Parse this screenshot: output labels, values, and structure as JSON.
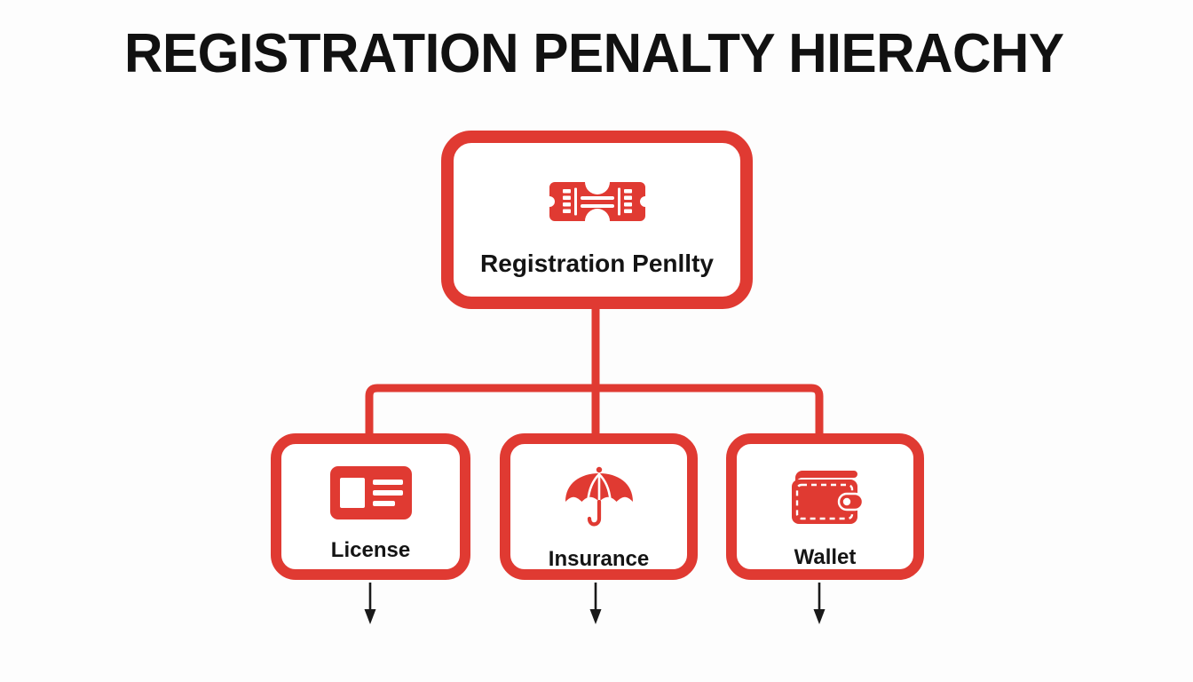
{
  "page": {
    "title": "REGISTRATION PENALTY HIERACHY",
    "background_color": "#fdfdfd",
    "accent_color": "#e03a32",
    "text_color": "#141414",
    "arrow_color": "#1a1a1a"
  },
  "diagram": {
    "type": "hierarchy-tree",
    "root": {
      "label": "Registration Penllty",
      "icon": "ticket-icon"
    },
    "children": [
      {
        "label": "License",
        "icon": "id-card-icon"
      },
      {
        "label": "Insurance",
        "icon": "umbrella-icon"
      },
      {
        "label": "Wallet",
        "icon": "wallet-icon"
      }
    ],
    "connector_style": "orthogonal-bus",
    "child_outflow_arrows": 3
  }
}
